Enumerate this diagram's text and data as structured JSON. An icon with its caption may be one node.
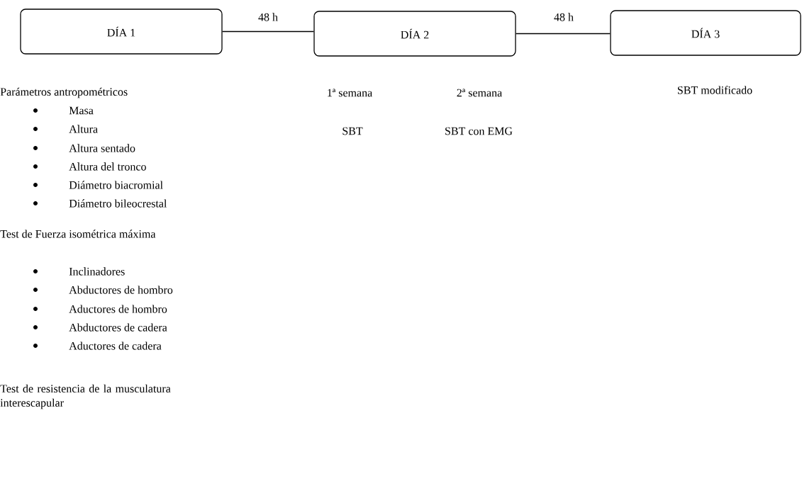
{
  "diagram": {
    "nodes": [
      {
        "text": [
          "DÍA 1"
        ]
      },
      {
        "text": [
          "DÍA 2"
        ]
      },
      {
        "text": [
          "DÍA 3"
        ]
      }
    ],
    "edges": [
      {
        "from": 0,
        "to": 1,
        "arrow": "none",
        "label": "48 h"
      },
      {
        "from": 1,
        "to": 2,
        "arrow": "none",
        "label": "48 h"
      }
    ],
    "labels": [
      "Parámetros antropométricos",
      "1ª semana",
      "2ª semana",
      "SBT modificado",
      "Masa",
      "Altura",
      "SBT",
      "SBT con EMG",
      "Altura sentado",
      "Altura del tronco",
      "Diámetro biacromial",
      "Diámetro bileocrestal",
      "Test de Fuerza isométrica máxima",
      "Inclinadores",
      "Abductores de hombro",
      "Aductores de hombro",
      "Abductores de cadera",
      "Aductores de cadera",
      "Test de resistencia de la musculatura interescapular"
    ]
  }
}
